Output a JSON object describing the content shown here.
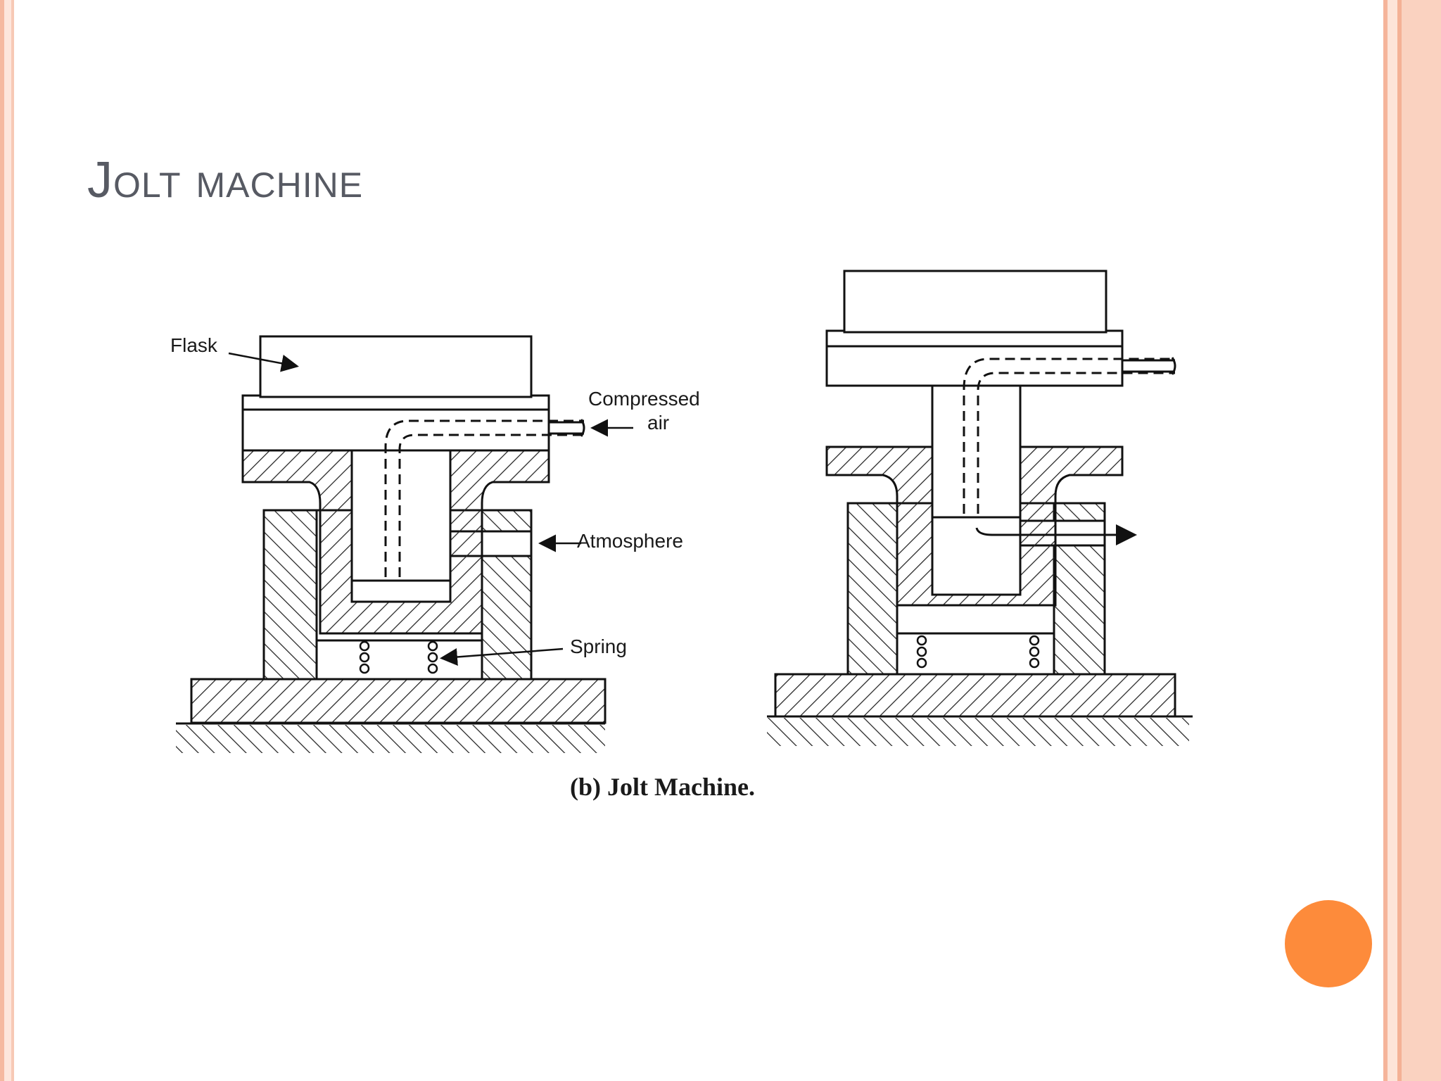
{
  "slide": {
    "title": "Jolt machine"
  },
  "diagram": {
    "labels": {
      "flask": "Flask",
      "compressed_line1": "Compressed",
      "compressed_line2": "air",
      "atmosphere": "Atmosphere",
      "spring": "Spring"
    },
    "caption": "(b) Jolt Machine."
  },
  "colors": {
    "accent_dot": "#fd8b3b",
    "title_text": "#575a63",
    "border": "#f5b49a"
  }
}
